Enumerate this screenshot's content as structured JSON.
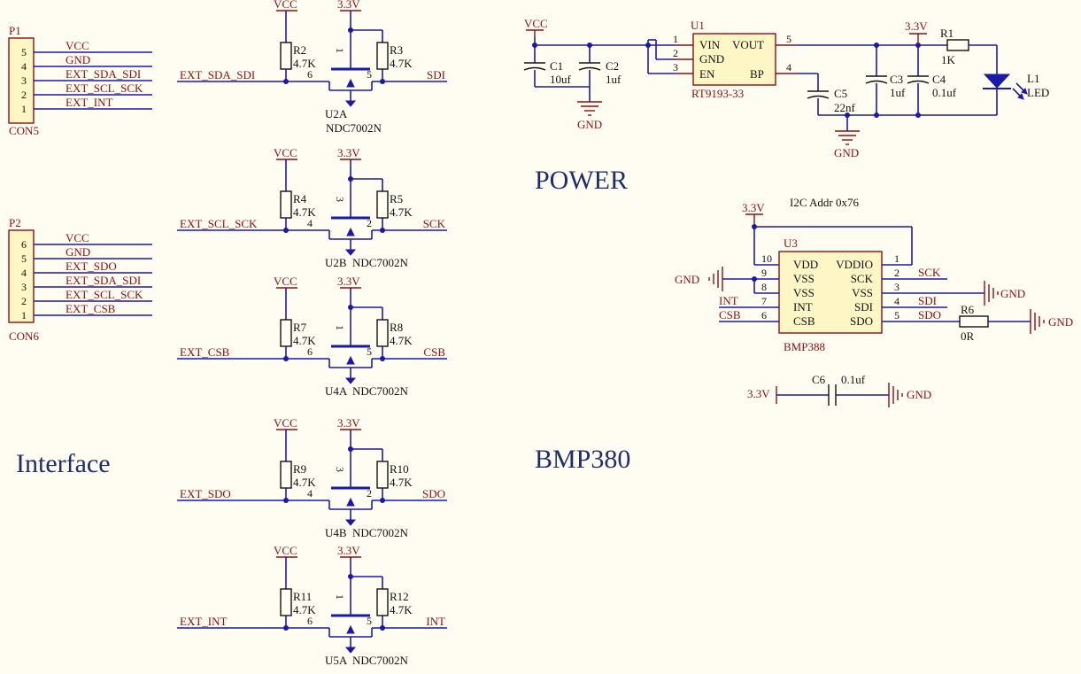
{
  "section_titles": {
    "interface": "Interface",
    "power": "POWER",
    "bmp": "BMP380",
    "i2c_addr": "I2C  Addr   0x76"
  },
  "connectors": {
    "p1": {
      "ref": "P1",
      "type": "CON5",
      "pins": [
        "5",
        "4",
        "3",
        "2",
        "1"
      ],
      "nets": [
        "VCC",
        "GND",
        "EXT_SDA_SDI",
        "EXT_SCL_SCK",
        "EXT_INT"
      ]
    },
    "p2": {
      "ref": "P2",
      "type": "CON6",
      "pins": [
        "6",
        "5",
        "4",
        "3",
        "2",
        "1"
      ],
      "nets": [
        "VCC",
        "GND",
        "EXT_SDO",
        "EXT_SDA_SDI",
        "EXT_SCL_SCK",
        "EXT_CSB"
      ]
    }
  },
  "power_labels": {
    "vcc": "VCC",
    "v33": "3.3V",
    "gnd": "GND"
  },
  "shifters": [
    {
      "ref_a": "R2",
      "ref_b": "R3",
      "val": "4.7K",
      "fet": "U2A",
      "part": "NDC7002N",
      "in_net": "EXT_SDA_SDI",
      "out_net": "SDI",
      "gate": "1",
      "src": "6",
      "drn": "5"
    },
    {
      "ref_a": "R4",
      "ref_b": "R5",
      "val": "4.7K",
      "fet": "U2B",
      "part": "NDC7002N",
      "in_net": "EXT_SCL_SCK",
      "out_net": "SCK",
      "gate": "3",
      "src": "4",
      "drn": "2"
    },
    {
      "ref_a": "R7",
      "ref_b": "R8",
      "val": "4.7K",
      "fet": "U4A",
      "part": "NDC7002N",
      "in_net": "EXT_CSB",
      "out_net": "CSB",
      "gate": "1",
      "src": "6",
      "drn": "5"
    },
    {
      "ref_a": "R9",
      "ref_b": "R10",
      "val": "4.7K",
      "fet": "U4B",
      "part": "NDC7002N",
      "in_net": "EXT_SDO",
      "out_net": "SDO",
      "gate": "3",
      "src": "4",
      "drn": "2"
    },
    {
      "ref_a": "R11",
      "ref_b": "R12",
      "val": "4.7K",
      "fet": "U5A",
      "part": "NDC7002N",
      "in_net": "EXT_INT",
      "out_net": "INT",
      "gate": "1",
      "src": "6",
      "drn": "5"
    }
  ],
  "regulator": {
    "ref": "U1",
    "part": "RT9193-33",
    "pins_left": [
      "VIN",
      "GND",
      "EN"
    ],
    "pins_right": [
      "VOUT",
      "BP"
    ],
    "pin_nums": {
      "vin": "1",
      "gnd": "2",
      "en": "3",
      "vout": "5",
      "bp": "4"
    }
  },
  "power_parts": {
    "c1": {
      "ref": "C1",
      "val": "10uf"
    },
    "c2": {
      "ref": "C2",
      "val": "1uf"
    },
    "c3": {
      "ref": "C3",
      "val": "1uf"
    },
    "c4": {
      "ref": "C4",
      "val": "0.1uf"
    },
    "c5": {
      "ref": "C5",
      "val": "22nf"
    },
    "r1": {
      "ref": "R1",
      "val": "1K"
    },
    "l1": {
      "ref": "L1",
      "val": "LED"
    }
  },
  "sensor": {
    "ref": "U3",
    "part": "BMP388",
    "left_pins": [
      {
        "num": "10",
        "name": "VDD"
      },
      {
        "num": "9",
        "name": "VSS"
      },
      {
        "num": "8",
        "name": "VSS"
      },
      {
        "num": "7",
        "name": "INT"
      },
      {
        "num": "6",
        "name": "CSB"
      }
    ],
    "right_pins": [
      {
        "num": "1",
        "name": "VDDIO"
      },
      {
        "num": "2",
        "name": "SCK"
      },
      {
        "num": "3",
        "name": "VSS"
      },
      {
        "num": "4",
        "name": "SDI"
      },
      {
        "num": "5",
        "name": "SDO"
      }
    ],
    "nets": {
      "int": "INT",
      "csb": "CSB",
      "sck": "SCK",
      "sdi": "SDI",
      "sdo": "SDO"
    },
    "r6": {
      "ref": "R6",
      "val": "0R"
    },
    "c6": {
      "ref": "C6",
      "val": "0.1uf"
    }
  }
}
